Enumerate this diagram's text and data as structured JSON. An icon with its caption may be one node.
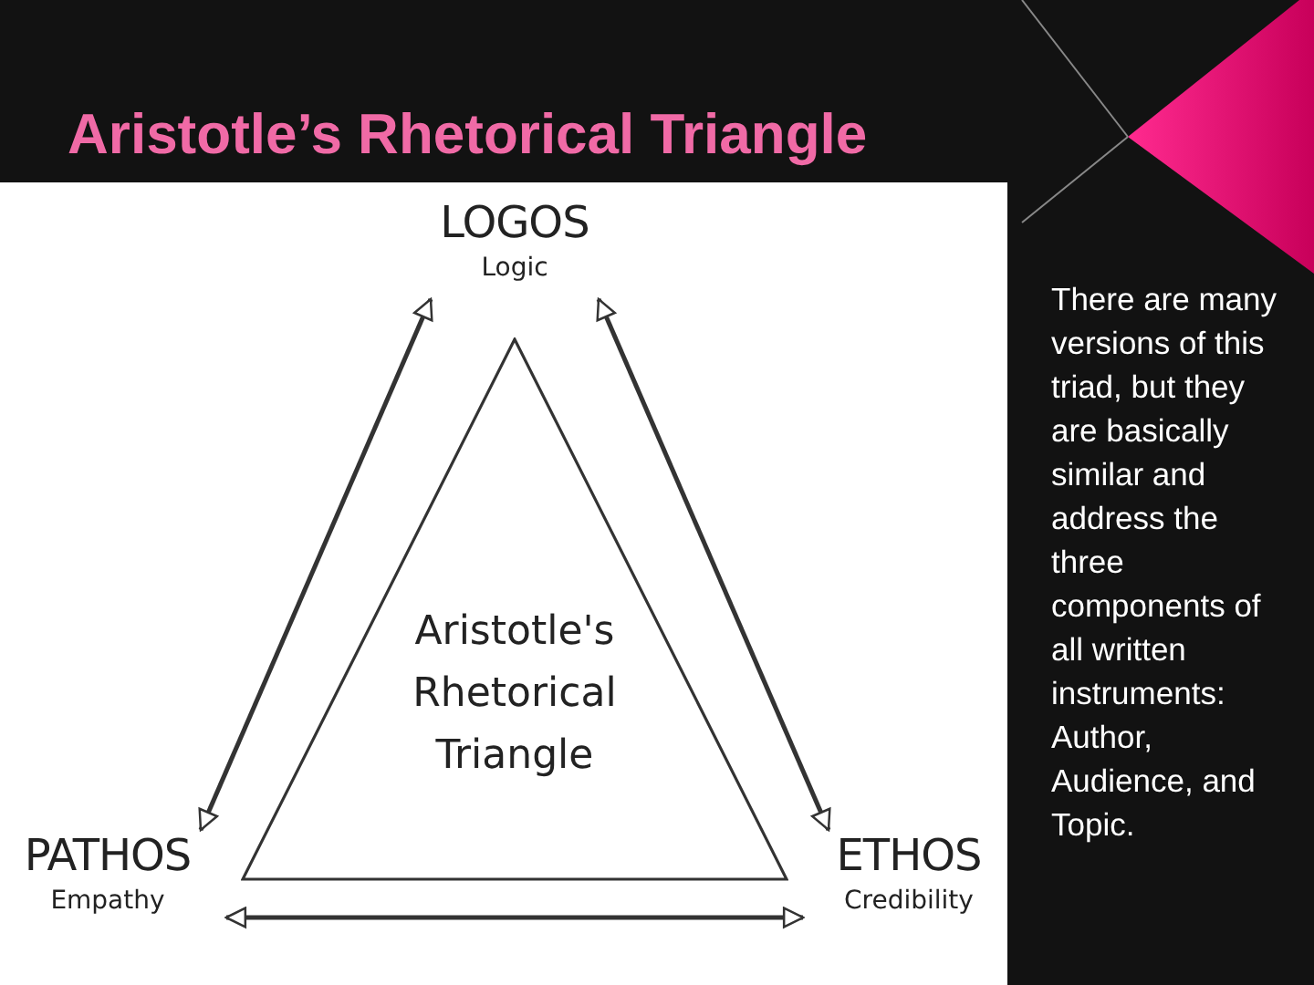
{
  "diagram": {
    "title": "Aristotle’s Rhetorical Triangle",
    "nodes": [
      {
        "text": [
          "Aristotle's Rhetorical Triangle"
        ]
      },
      {
        "text": [
          "LOGOS",
          "Logic"
        ]
      },
      {
        "text": [
          "PATHOS",
          "Empathy"
        ]
      },
      {
        "text": [
          "ETHOS",
          "Credibility"
        ]
      }
    ],
    "edges": [
      {
        "from": 1,
        "to": 2,
        "arrow": "both"
      },
      {
        "from": 1,
        "to": 3,
        "arrow": "both"
      },
      {
        "from": 2,
        "to": 3,
        "arrow": "both"
      }
    ],
    "labels": [
      "There are many versions of this triad, but they are basically similar and address the three components of all written instruments: Author, Audience, and Topic."
    ]
  }
}
